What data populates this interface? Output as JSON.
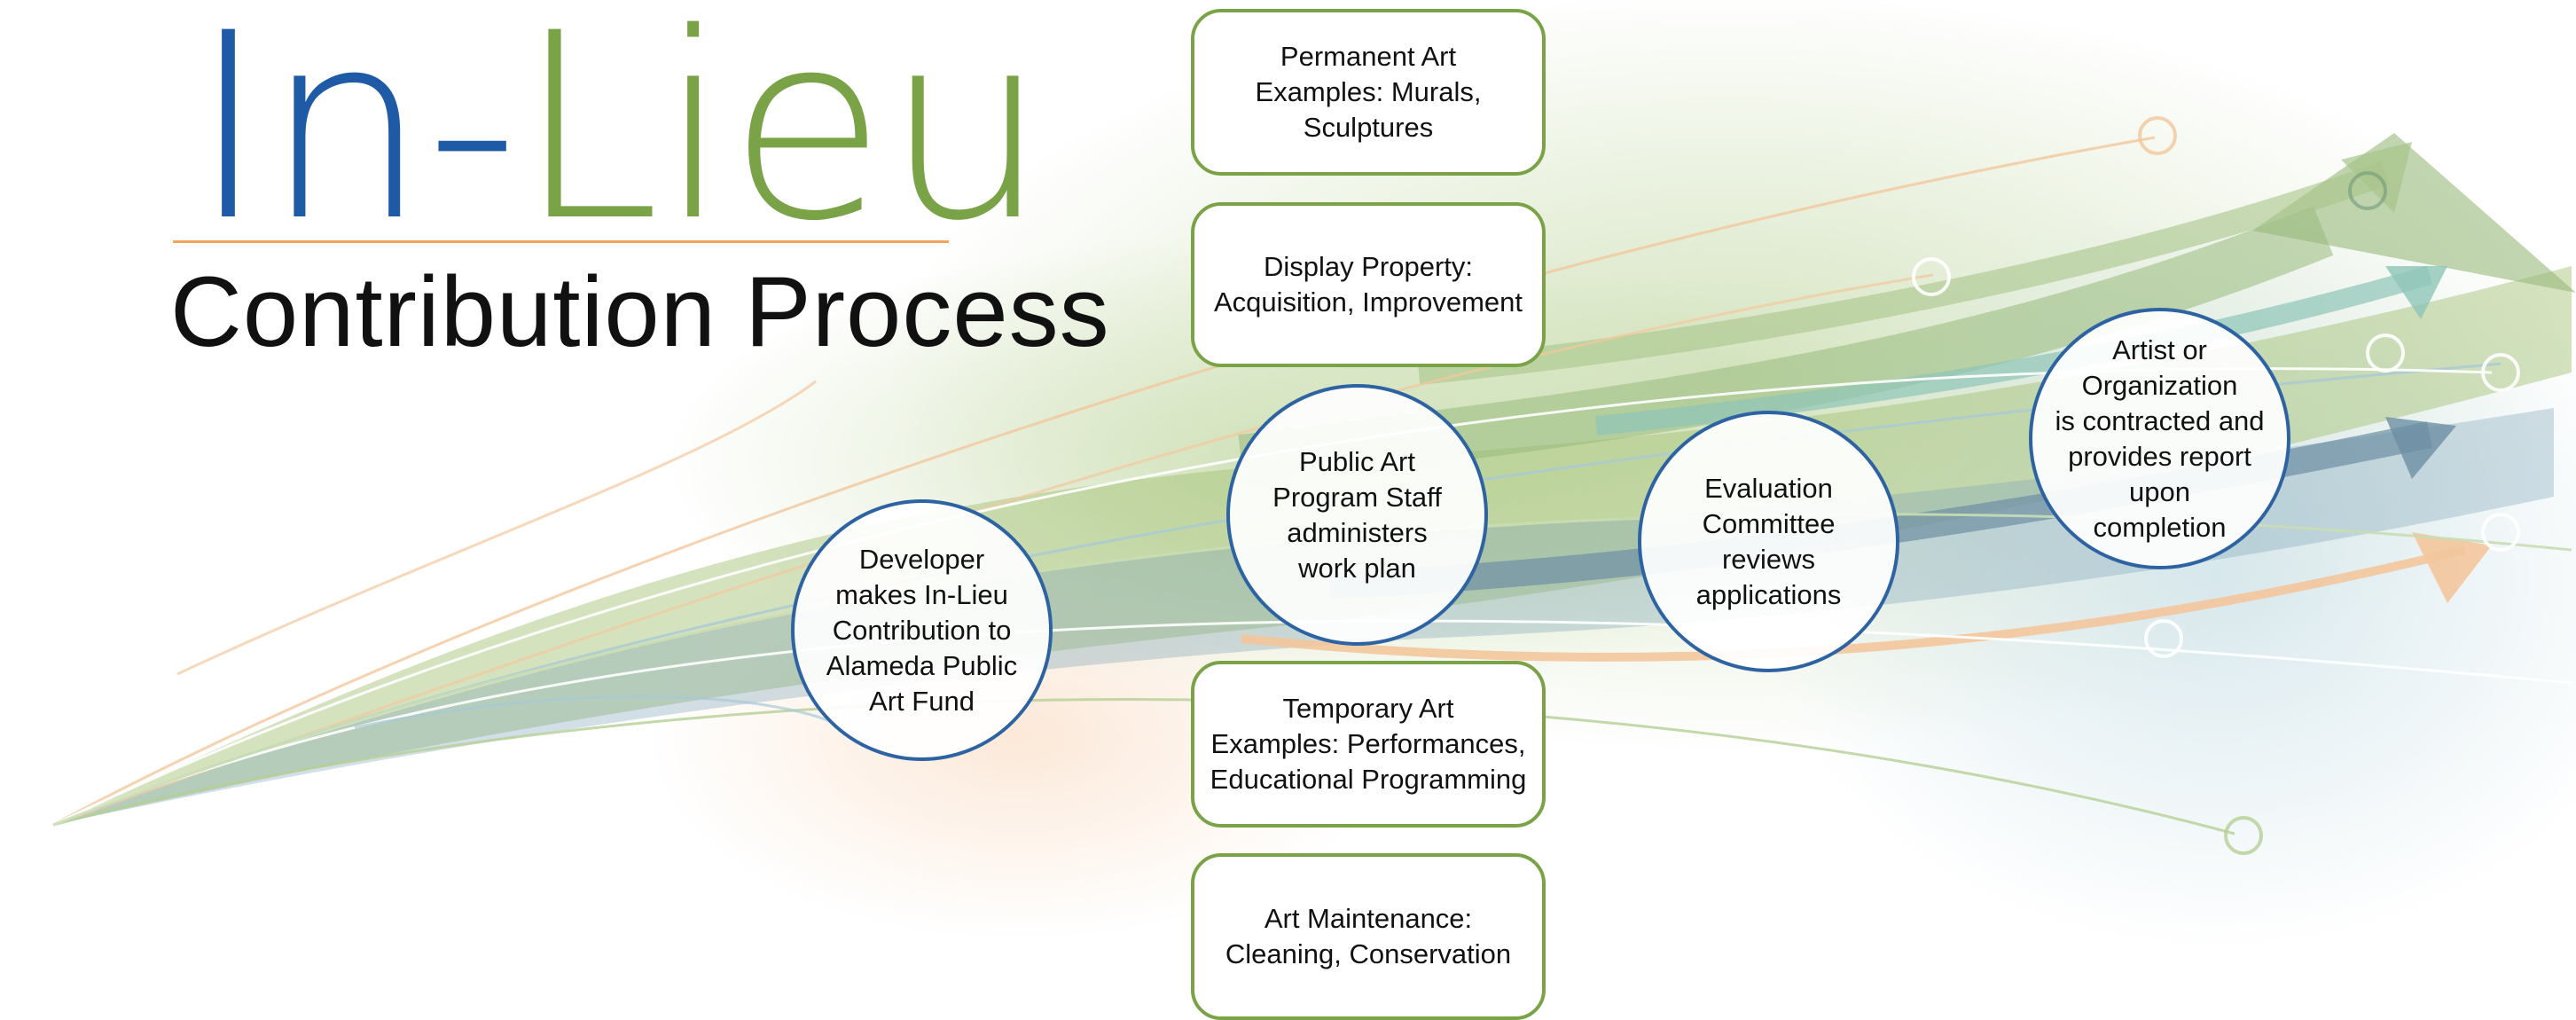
{
  "title": {
    "part1": "In-",
    "part2": "Lieu"
  },
  "subtitle": "Contribution Process",
  "steps": [
    {
      "text": "Developer\nmakes In-Lieu\nContribution to\nAlameda Public\nArt Fund"
    },
    {
      "text": "Public Art\nProgram Staff\nadministers\nwork plan"
    },
    {
      "text": "Evaluation\nCommittee\nreviews\napplications"
    },
    {
      "text": "Artist or\nOrganization\nis contracted and\nprovides report\nupon\ncompletion"
    }
  ],
  "uses": [
    {
      "text": "Permanent Art\nExamples: Murals,\nSculptures"
    },
    {
      "text": "Display Property:\nAcquisition, Improvement"
    },
    {
      "text": "Temporary Art\nExamples: Performances,\nEducational Programming"
    },
    {
      "text": "Art Maintenance:\nCleaning, Conservation"
    }
  ],
  "colors": {
    "blue": "#1f5aa6",
    "green": "#7aa247",
    "orange": "#f0a45e",
    "circle_border": "#2e63a3"
  }
}
